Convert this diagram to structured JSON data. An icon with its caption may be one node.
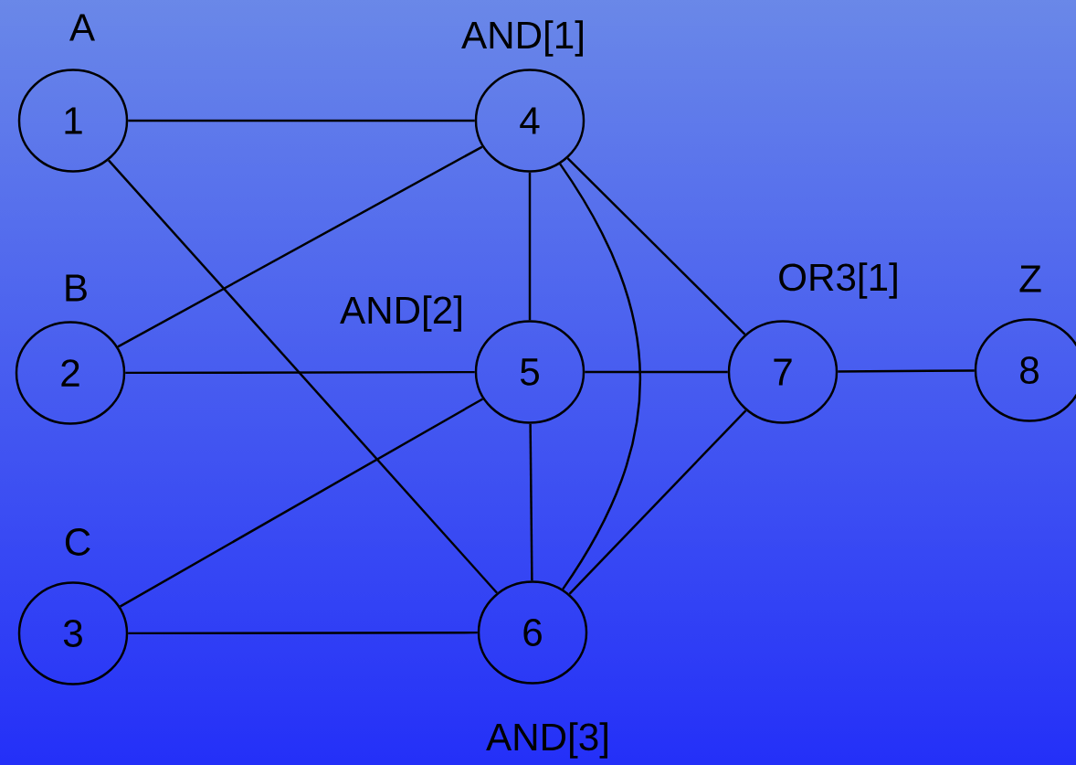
{
  "diagram": {
    "nodes": [
      {
        "text": [
          "1"
        ],
        "beside": [
          "A"
        ]
      },
      {
        "text": [
          "2"
        ],
        "beside": [
          "B"
        ]
      },
      {
        "text": [
          "3"
        ],
        "beside": [
          "C"
        ]
      },
      {
        "text": [
          "4"
        ],
        "beside": [
          "AND[1]"
        ]
      },
      {
        "text": [
          "5"
        ],
        "beside": [
          "AND[2]"
        ]
      },
      {
        "text": [
          "6"
        ],
        "beside": [
          "AND[3]"
        ]
      },
      {
        "text": [
          "7"
        ],
        "beside": [
          "OR3[1]"
        ]
      },
      {
        "text": [
          "8"
        ],
        "beside": [
          "Z"
        ]
      }
    ],
    "edges": [
      {
        "from": 0,
        "to": 3,
        "arrow": "none"
      },
      {
        "from": 0,
        "to": 5,
        "arrow": "none"
      },
      {
        "from": 1,
        "to": 3,
        "arrow": "none"
      },
      {
        "from": 1,
        "to": 4,
        "arrow": "none"
      },
      {
        "from": 2,
        "to": 4,
        "arrow": "none"
      },
      {
        "from": 2,
        "to": 5,
        "arrow": "none"
      },
      {
        "from": 3,
        "to": 4,
        "arrow": "none"
      },
      {
        "from": 3,
        "to": 5,
        "arrow": "none"
      },
      {
        "from": 3,
        "to": 6,
        "arrow": "none"
      },
      {
        "from": 4,
        "to": 6,
        "arrow": "none"
      },
      {
        "from": 4,
        "to": 5,
        "arrow": "none"
      },
      {
        "from": 5,
        "to": 6,
        "arrow": "none"
      },
      {
        "from": 6,
        "to": 7,
        "arrow": "none"
      }
    ]
  }
}
